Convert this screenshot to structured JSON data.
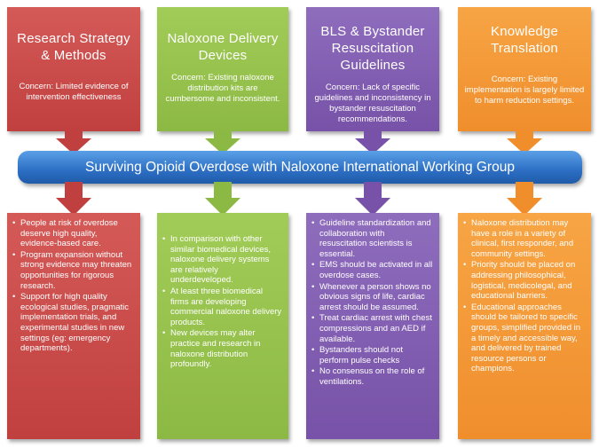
{
  "banner": {
    "text": "Surviving Opioid Overdose with Naloxone International Working Group",
    "color": "#2d6fc4"
  },
  "columns": [
    {
      "title": "Research Strategy & Methods",
      "concern": "Concern: Limited evidence of intervention effectiveness",
      "color": "#c0403f",
      "bullets": [
        "People at risk of overdose deserve high quality, evidence-based care.",
        "Program expansion without strong evidence may threaten opportunities for rigorous research.",
        "Support for high quality ecological studies, pragmatic implementation trials, and experimental studies in new settings (eg: emergency departments)."
      ]
    },
    {
      "title": "Naloxone Delivery Devices",
      "concern": "Concern: Existing naloxone distribution kits are cumbersome and inconsistent.",
      "color": "#8cb944",
      "bullets": [
        "In comparison with other similar biomedical devices, naloxone delivery systems are relatively underdeveloped.",
        "At least three biomedical firms are developing commercial naloxone delivery products.",
        "New devices may alter practice and research in naloxone distribution profoundly."
      ]
    },
    {
      "title": "BLS & Bystander Resuscitation Guidelines",
      "concern": "Concern: Lack of specific guidelines and inconsistency in bystander resuscitation recommendations.",
      "color": "#7752a8",
      "bullets": [
        "Guideline standardization and collaboration with resuscitation scientists is essential.",
        "EMS should be activated in all overdose cases.",
        "Whenever a person shows no obvious signs of life, cardiac arrest should be assumed.",
        "Treat cardiac arrest with chest compressions and an AED if available.",
        "Bystanders should not perform pulse checks",
        "No consensus on the role of ventilations."
      ]
    },
    {
      "title": "Knowledge Translation",
      "concern": "Concern: Existing implementation is largely limited to harm reduction settings.",
      "color": "#f08e2c",
      "bullets": [
        "Naloxone distribution may have a role in a variety of clinical, first responder, and community settings.",
        "Priority should be placed on addressing philosophical, logistical, medicolegal, and educational barriers.",
        "Educational approaches should be tailored to specific groups, simplified provided in a timely and accessible way, and delivered by trained resource persons or champions."
      ]
    }
  ]
}
